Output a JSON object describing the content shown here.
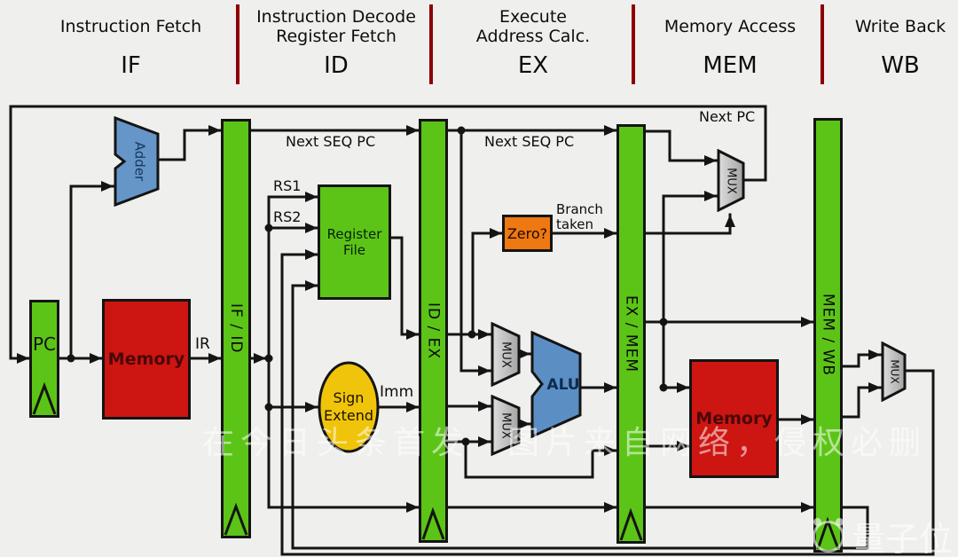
{
  "header": {
    "stages": [
      {
        "title_lines": [
          "Instruction Fetch"
        ],
        "abbr": "IF"
      },
      {
        "title_lines": [
          "Instruction Decode",
          "Register Fetch"
        ],
        "abbr": "ID"
      },
      {
        "title_lines": [
          "Execute",
          "Address Calc."
        ],
        "abbr": "EX"
      },
      {
        "title_lines": [
          "Memory Access"
        ],
        "abbr": "MEM"
      },
      {
        "title_lines": [
          "Write Back"
        ],
        "abbr": "WB"
      }
    ]
  },
  "components": {
    "pc": "PC",
    "adder": "Adder",
    "instr_memory": "Memory",
    "ifid_latch": "IF / ID",
    "regfile_line1": "Register",
    "regfile_line2": "File",
    "signext_line1": "Sign",
    "signext_line2": "Extend",
    "idex_latch": "ID / EX",
    "zero": "Zero?",
    "mux": "MUX",
    "alu": "ALU",
    "exmem_latch": "EX / MEM",
    "data_memory": "Memory",
    "memwb_latch": "MEM / WB"
  },
  "wire_labels": {
    "next_seq_pc_1": "Next SEQ PC",
    "next_seq_pc_2": "Next SEQ PC",
    "next_pc": "Next PC",
    "rs1": "RS1",
    "rs2": "RS2",
    "ir": "IR",
    "imm": "Imm",
    "branch_line1": "Branch",
    "branch_line2": "taken"
  },
  "watermark": {
    "main": "在今日头条首发　图片来自网络，侵权必删",
    "logo": "量子位"
  },
  "colors": {
    "latch_green": "#5cc417",
    "memory_red": "#cd1512",
    "alu_blue": "#6695c8",
    "mux_gray": "#c8c8c8",
    "zero_orange": "#ee7811",
    "signext_yellow": "#f0c40a",
    "separator_red": "#8e0000",
    "wire_black": "#141414",
    "background": "#efefed"
  }
}
